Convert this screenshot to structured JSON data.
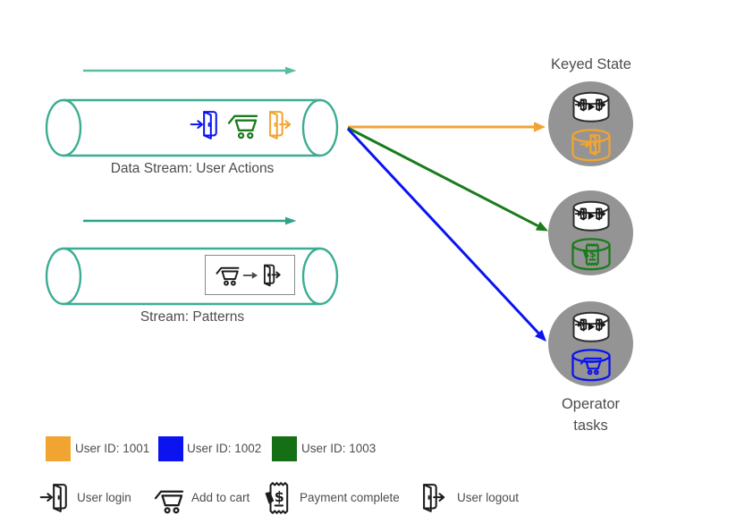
{
  "colors": {
    "teal_cylinder": "#3BAD92",
    "teal_arrow_top": "#5ABCA3",
    "teal_arrow_bottom": "#2FA48B",
    "orange": "#F2A431",
    "blue": "#0A13F0",
    "green": "#156F15",
    "circle_gray": "#949494",
    "text_gray": "#4D4D4D",
    "icon_black": "#1C1C1C"
  },
  "streams": [
    {
      "label": "Data Stream: User Actions",
      "events": [
        "User login",
        "Add to cart",
        "User logout"
      ]
    },
    {
      "label": "Stream: Patterns",
      "pattern": [
        "Add to cart",
        "User logout"
      ]
    }
  ],
  "keyed_state": {
    "title": "Keyed State",
    "tasks_label": "Operator tasks",
    "tasks": [
      {
        "state_event": "User login",
        "user_id": "1001",
        "color": "#F2A431"
      },
      {
        "state_event": "Payment complete",
        "user_id": "1003",
        "color": "#1B7B1B"
      },
      {
        "state_event": "Add to cart",
        "user_id": "1002",
        "color": "#0A13F0"
      }
    ]
  },
  "user_legend": [
    {
      "label": "User ID: 1001",
      "color": "#F2A431"
    },
    {
      "label": "User ID: 1002",
      "color": "#0A13F0"
    },
    {
      "label": "User ID: 1003",
      "color": "#156F15"
    }
  ],
  "event_legend": [
    {
      "label": "User login"
    },
    {
      "label": "Add to cart"
    },
    {
      "label": "Payment complete"
    },
    {
      "label": "User logout"
    }
  ]
}
